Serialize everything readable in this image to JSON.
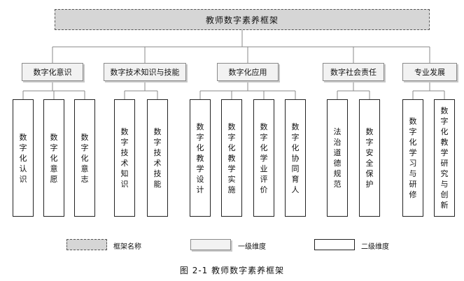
{
  "root": {
    "label": "教师数字素养框架"
  },
  "dimensions": [
    {
      "label": "数字化意识",
      "children": [
        "数字化认识",
        "数字化意愿",
        "数字化意志"
      ]
    },
    {
      "label": "数字技术知识与技能",
      "children": [
        "数字技术知识",
        "数字技术技能"
      ]
    },
    {
      "label": "数字化应用",
      "children": [
        "数字化教学设计",
        "数字化教学实施",
        "数字化学业评价",
        "数字化协同育人"
      ]
    },
    {
      "label": "数字社会责任",
      "children": [
        "法治道德规范",
        "数字安全保护"
      ]
    },
    {
      "label": "专业发展",
      "children": [
        "数字化学习与研修",
        "数字化教学研究与创新"
      ]
    }
  ],
  "legend": {
    "framework": "框架名称",
    "level1": "一级维度",
    "level2": "二级维度"
  },
  "caption": "图 2-1   教师数字素养框架"
}
